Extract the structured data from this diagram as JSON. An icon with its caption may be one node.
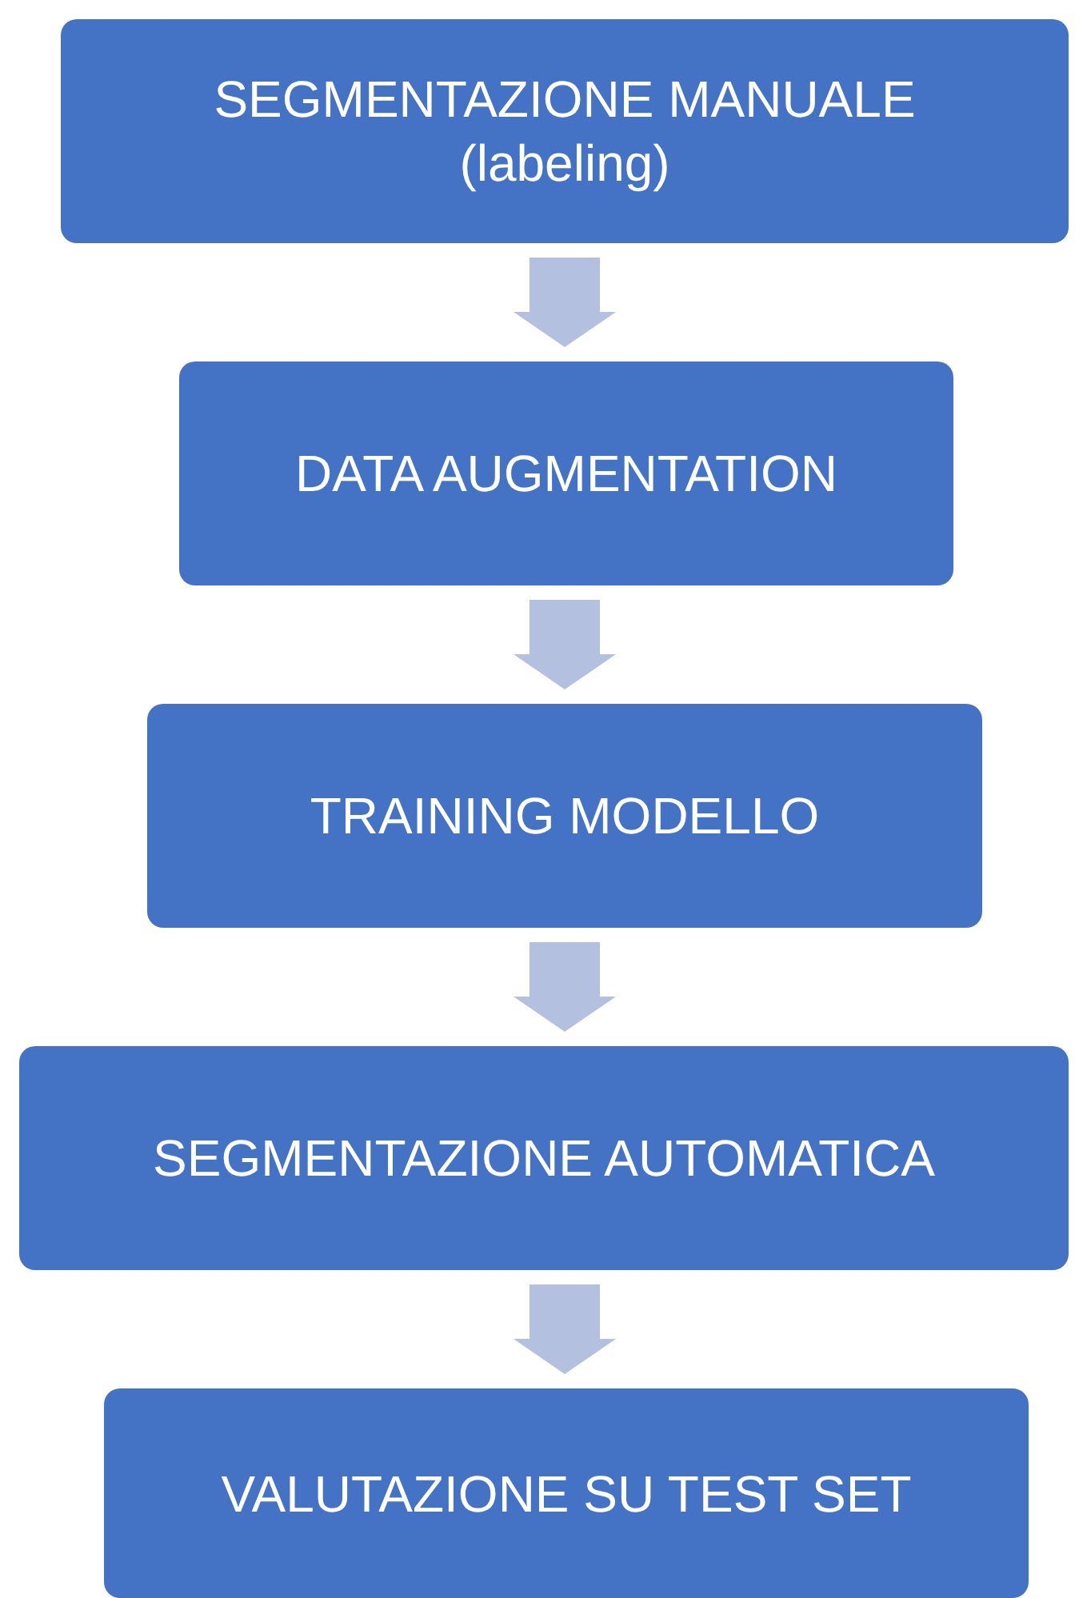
{
  "diagram": {
    "nodes": [
      {
        "text": [
          "SEGMENTAZIONE MANUALE (labeling)"
        ]
      },
      {
        "text": [
          "DATA AUGMENTATION"
        ]
      },
      {
        "text": [
          "TRAINING MODELLO"
        ]
      },
      {
        "text": [
          "SEGMENTAZIONE AUTOMATICA"
        ]
      },
      {
        "text": [
          "VALUTAZIONE SU TEST SET"
        ]
      }
    ],
    "edges": [
      {
        "from": 0,
        "to": 1,
        "arrow": "to"
      },
      {
        "from": 1,
        "to": 2,
        "arrow": "to"
      },
      {
        "from": 2,
        "to": 3,
        "arrow": "to"
      },
      {
        "from": 3,
        "to": 4,
        "arrow": "to"
      }
    ]
  }
}
